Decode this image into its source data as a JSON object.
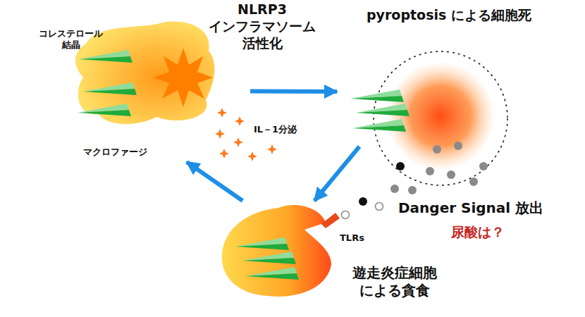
{
  "diagram": {
    "nodes": [
      {
        "text": [
          "コレステロール 結晶",
          "マクロファージ"
        ]
      },
      {
        "text": [
          "pyroptosis による細胞死"
        ]
      },
      {
        "text": [
          "遊走炎症細胞 による貪食"
        ]
      }
    ],
    "edges": [
      {
        "from": 0,
        "to": 1,
        "arrow": "to"
      },
      {
        "from": 1,
        "to": 2,
        "arrow": "to"
      },
      {
        "from": 2,
        "to": 0,
        "arrow": "to"
      }
    ],
    "labels": [
      "NLRP3 インフラマソーム 活性化",
      "IL－1分泌",
      "Danger Signal 放出",
      "尿酸は？",
      "TLRs"
    ]
  }
}
